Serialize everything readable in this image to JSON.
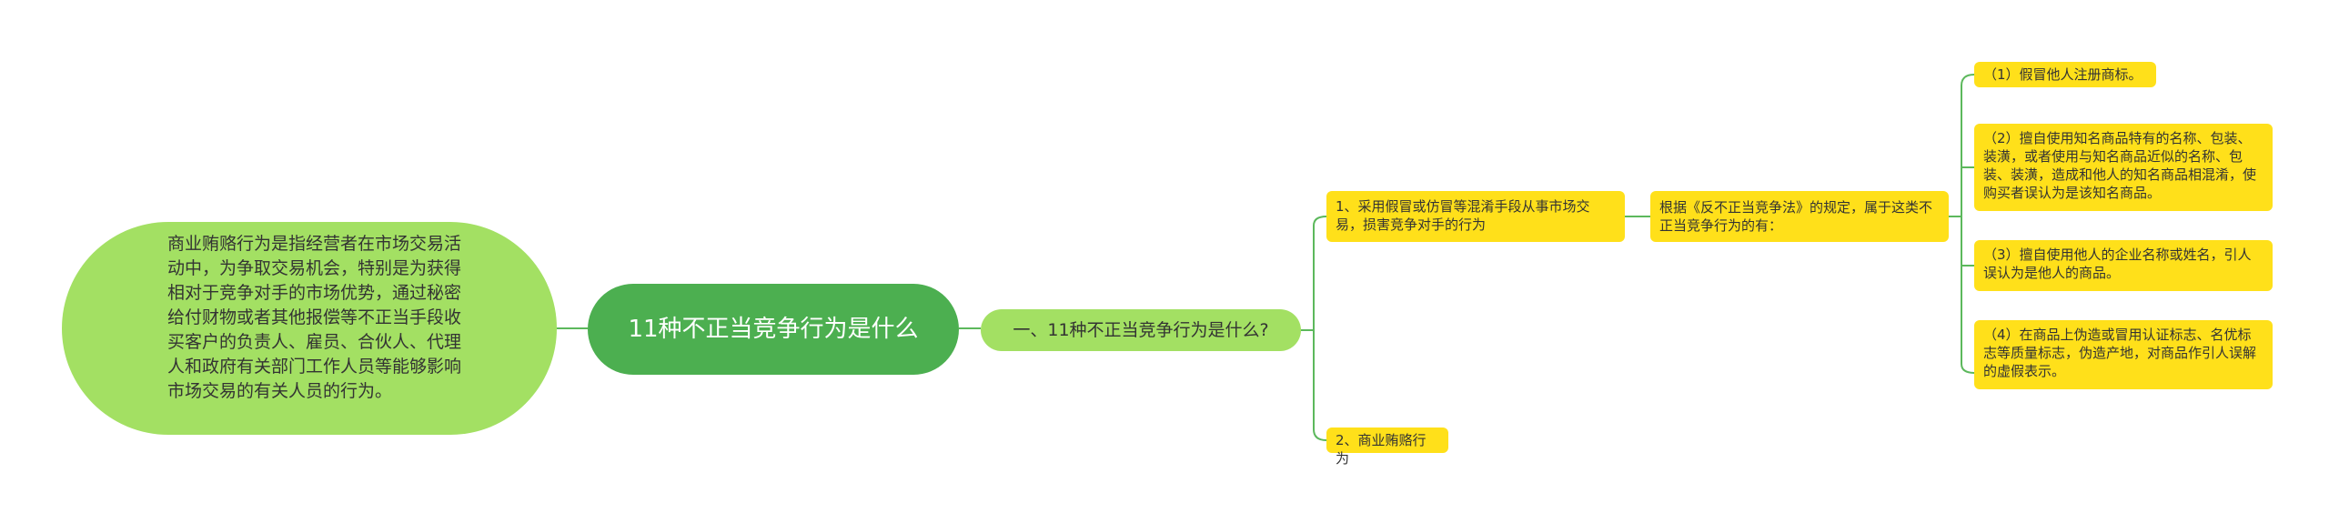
{
  "mindmap": {
    "root": "11种不正当竞争行为是什么",
    "description": "商业贿赂行为是指经营者在市场交易活动中，为争取交易机会，特别是为获得相对于竞争对手的市场优势，通过秘密给付财物或者其他报偿等不正当手段收买客户的负责人、雇员、合伙人、代理人和政府有关部门工作人员等能够影响市场交易的有关人员的行为。",
    "question": "一、11种不正当竞争行为是什么?",
    "answers": [
      "1、采用假冒或仿冒等混淆手段从事市场交易，损害竞争对手的行为",
      "2、商业贿赂行为"
    ],
    "law_note": "根据《反不正当竞争法》的规定，属于这类不正当竞争行为的有：",
    "leaves": [
      "（1）假冒他人注册商标。",
      "（2）擅自使用知名商品特有的名称、包装、装潢，或者使用与知名商品近似的名称、包装、装潢，造成和他人的知名商品相混淆，使购买者误认为是该知名商品。",
      "（3）擅自使用他人的企业名称或姓名，引人误认为是他人的商品。",
      "（4）在商品上伪造或冒用认证标志、名优标志等质量标志，伪造产地，对商品作引人误解的虚假表示。"
    ],
    "colors": {
      "root": "#4caf50",
      "light_green": "#a3e063",
      "leaf": "#ffe01a",
      "connector": "#5cb85c"
    }
  }
}
